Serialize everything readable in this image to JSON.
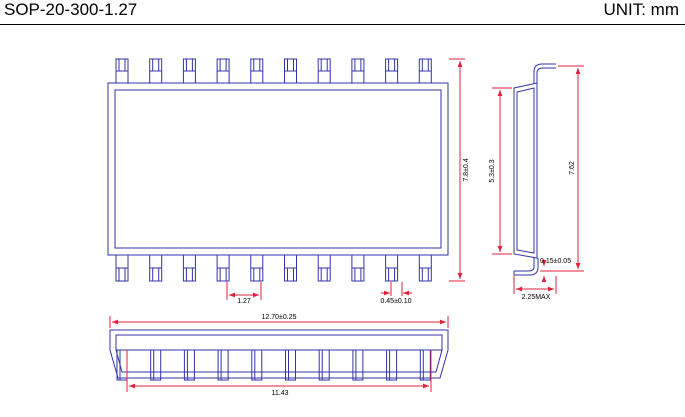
{
  "header": {
    "title": "SOP-20-300-1.27",
    "unit": "UNIT: mm"
  },
  "colors": {
    "outline": "#3333aa",
    "dimension": "#e0203c",
    "text": "#000000"
  },
  "dimensions": {
    "total_width": "7.8±0.4",
    "body_width": "5.3±0.3",
    "lead_span": "7.62",
    "pitch": "1.27",
    "lead_width": "0.45±0.10",
    "lead_thickness": "0.15±0.05",
    "max_height": "2.25MAX",
    "body_length": "12.70±0.25",
    "lead_row_length": "11.43"
  }
}
